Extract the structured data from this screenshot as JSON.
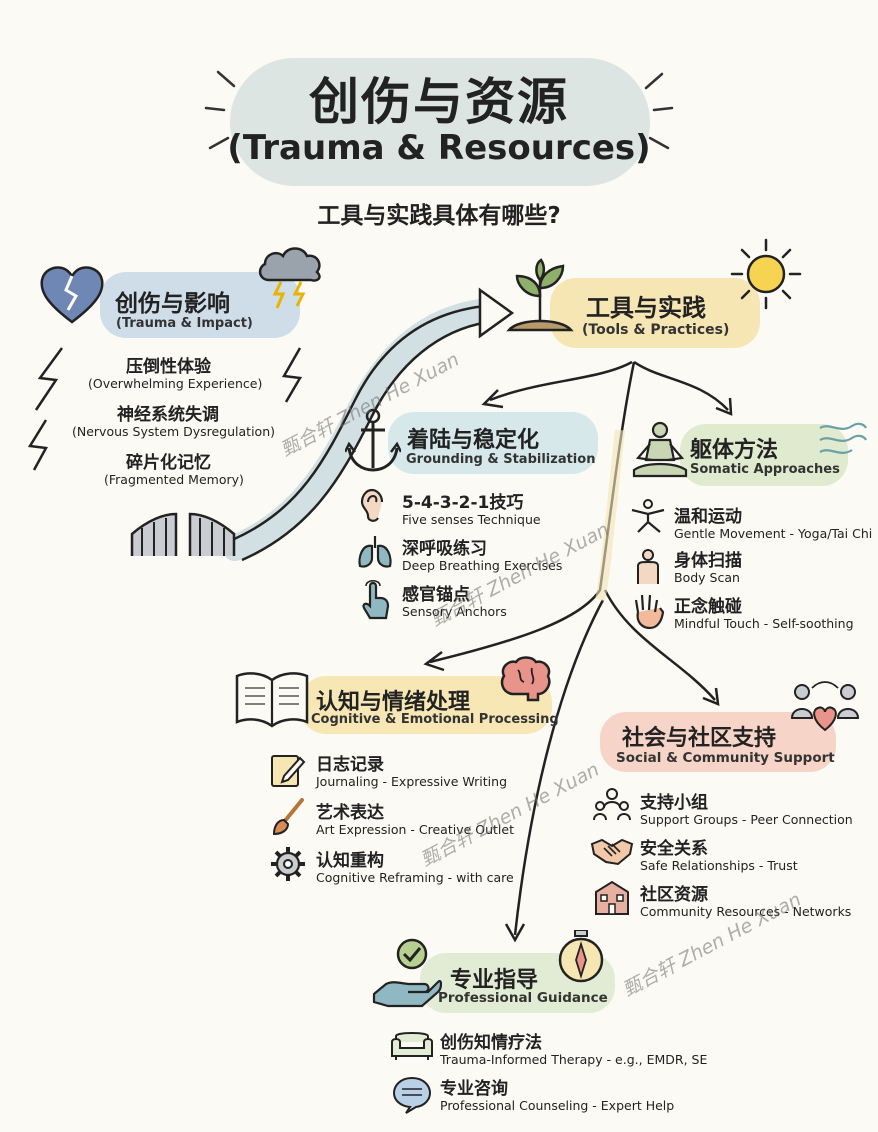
{
  "title": {
    "zh": "创伤与资源",
    "en": "(Trauma & Resources)",
    "question": "工具与实践具体有哪些?"
  },
  "trauma": {
    "zh": "创伤与影响",
    "en": "(Trauma & Impact)",
    "items": [
      {
        "zh": "压倒性体验",
        "en": "(Overwhelming Experience)"
      },
      {
        "zh": "神经系统失调",
        "en": "(Nervous System Dysregulation)"
      },
      {
        "zh": "碎片化记忆",
        "en": "(Fragmented Memory)"
      }
    ]
  },
  "tools": {
    "zh": "工具与实践",
    "en": "(Tools & Practices)"
  },
  "grounding": {
    "zh": "着陆与稳定化",
    "en": "Grounding & Stabilization",
    "items": [
      {
        "zh": "5-4-3-2-1技巧",
        "en": "Five senses Technique",
        "icon": "ear-icon"
      },
      {
        "zh": "深呼吸练习",
        "en": "Deep Breathing Exercises",
        "icon": "lungs-icon"
      },
      {
        "zh": "感官锚点",
        "en": "Sensory Anchors",
        "icon": "touch-hand-icon"
      }
    ]
  },
  "somatic": {
    "zh": "躯体方法",
    "en": "Somatic Approaches",
    "items": [
      {
        "zh": "温和运动",
        "en": "Gentle Movement - Yoga/Tai Chi",
        "icon": "stretch-figure-icon"
      },
      {
        "zh": "身体扫描",
        "en": "Body Scan",
        "icon": "body-scan-icon"
      },
      {
        "zh": "正念触碰",
        "en": "Mindful Touch - Self-soothing",
        "icon": "open-hand-icon"
      }
    ]
  },
  "cognitive": {
    "zh": "认知与情绪处理",
    "en": "Cognitive & Emotional Processing",
    "items": [
      {
        "zh": "日志记录",
        "en": "Journaling - Expressive Writing",
        "icon": "journal-pen-icon"
      },
      {
        "zh": "艺术表达",
        "en": "Art Expression - Creative Outlet",
        "icon": "paintbrush-icon"
      },
      {
        "zh": "认知重构",
        "en": "Cognitive Reframing - with care",
        "icon": "gear-icon"
      }
    ]
  },
  "social": {
    "zh": "社会与社区支持",
    "en": "Social & Community Support",
    "items": [
      {
        "zh": "支持小组",
        "en": "Support Groups - Peer Connection",
        "icon": "group-icon"
      },
      {
        "zh": "安全关系",
        "en": "Safe Relationships - Trust",
        "icon": "handshake-icon"
      },
      {
        "zh": "社区资源",
        "en": "Community Resources - Networks",
        "icon": "building-icon"
      }
    ]
  },
  "professional": {
    "zh": "专业指导",
    "en": "Professional Guidance",
    "items": [
      {
        "zh": "创伤知情疗法",
        "en": "Trauma-Informed Therapy - e.g., EMDR, SE",
        "icon": "sofa-icon"
      },
      {
        "zh": "专业咨询",
        "en": "Professional Counseling - Expert Help",
        "icon": "speech-bubble-icon"
      }
    ]
  },
  "watermark": {
    "zh": "甄合轩",
    "en": "Zhen He Xuan"
  },
  "colors": {
    "ink": "#222222",
    "trauma": "#cfdde9",
    "tools": "#f6e6b3",
    "grounding": "#d7e8ea",
    "somatic": "#dfeacf",
    "cognitive": "#f6e7b5",
    "social": "#f6d5c8",
    "professional": "#e2ecd4"
  }
}
